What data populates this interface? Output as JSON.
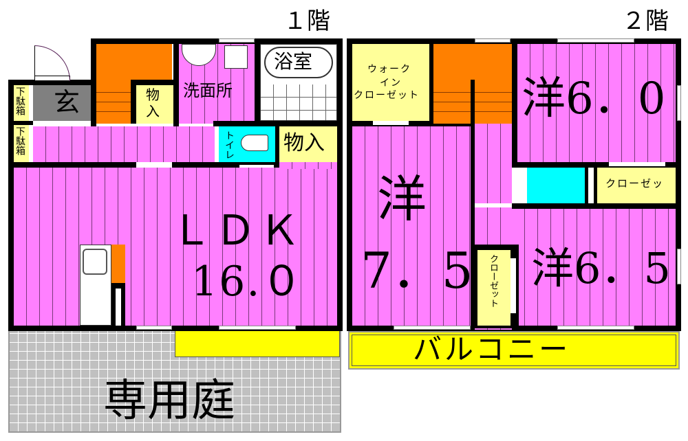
{
  "floors": [
    {
      "label": "１階",
      "rooms": {
        "ldk_name": "ＬＤＫ",
        "ldk_size": "16.０",
        "entrance": "玄",
        "shoe_box_1": "下駄箱",
        "shoe_box_2": "下駄箱",
        "storage_small": "物入",
        "storage_large": "物入",
        "washroom": "洗面所",
        "bathroom": "浴室",
        "toilet": "トイレ",
        "garden": "専用庭"
      }
    },
    {
      "label": "２階",
      "rooms": {
        "walk_in_closet_line1": "ウォーク",
        "walk_in_closet_line2": "イン",
        "walk_in_closet_line3": "クローゼット",
        "western_75_name": "洋",
        "western_75_size": "7．5",
        "western_60": "洋6．0",
        "western_65": "洋6．5",
        "closet_horizontal": "クローゼッ",
        "closet_vertical": "クローゼット",
        "balcony": "バルコニー"
      }
    }
  ],
  "colors": {
    "room_floor": "#ff80ff",
    "stairs": "#ff8000",
    "storage": "#ffff99",
    "balcony": "#ffff00",
    "toilet": "#00ffff",
    "entrance": "#808080",
    "garden": "#c0c0c0",
    "wall": "#000000"
  }
}
